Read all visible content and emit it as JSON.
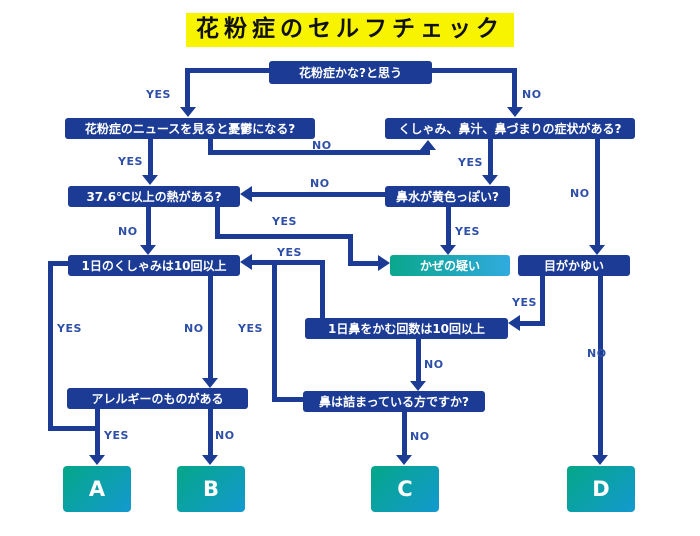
{
  "title": "花粉症のセルフチェック",
  "colors": {
    "navy": "#1b3b94",
    "label_blue": "#2e4fa8",
    "title_bg": "#f8f400",
    "title_fg": "#111111",
    "cold_start": "#0aa78d",
    "cold_end": "#31aade",
    "result_start": "#04a788",
    "result_end": "#1399cf",
    "bg": "#ffffff"
  },
  "nodes": {
    "start": {
      "label": "花粉症かな?と思う"
    },
    "news": {
      "label": "花粉症のニュースを見ると憂鬱になる?"
    },
    "symptoms": {
      "label": "くしゃみ、鼻汁、鼻づまりの症状がある?"
    },
    "fever": {
      "label": "37.6℃以上の熱がある?"
    },
    "yellow_nose": {
      "label": "鼻水が黄色っぽい?"
    },
    "sneeze_count": {
      "label": "1日のくしゃみは10回以上"
    },
    "cold": {
      "label": "かぜの疑い"
    },
    "itchy_eyes": {
      "label": "目がかゆい"
    },
    "blow_count": {
      "label": "1日鼻をかむ回数は10回以上"
    },
    "allergy": {
      "label": "アレルギーのものがある"
    },
    "stuffed": {
      "label": "鼻は詰まっている方ですか?"
    }
  },
  "results": {
    "a": "A",
    "b": "B",
    "c": "C",
    "d": "D"
  },
  "edges": [
    {
      "from": "start",
      "to": "news",
      "label": "YES"
    },
    {
      "from": "start",
      "to": "symptoms",
      "label": "NO"
    },
    {
      "from": "news",
      "to": "fever",
      "label": "YES"
    },
    {
      "from": "news",
      "to": "symptoms",
      "label": "NO"
    },
    {
      "from": "symptoms",
      "to": "yellow_nose",
      "label": "YES"
    },
    {
      "from": "symptoms",
      "to": "itchy_eyes",
      "label": "NO"
    },
    {
      "from": "yellow_nose",
      "to": "fever",
      "label": "NO"
    },
    {
      "from": "yellow_nose",
      "to": "cold",
      "label": "YES"
    },
    {
      "from": "fever",
      "to": "cold",
      "label": "YES"
    },
    {
      "from": "fever",
      "to": "sneeze_count",
      "label": "NO"
    },
    {
      "from": "sneeze_count",
      "to": "result_a",
      "label": "YES"
    },
    {
      "from": "sneeze_count",
      "to": "allergy",
      "label": "NO"
    },
    {
      "from": "allergy",
      "to": "result_a",
      "label": "YES"
    },
    {
      "from": "allergy",
      "to": "result_b",
      "label": "NO"
    },
    {
      "from": "itchy_eyes",
      "to": "blow_count",
      "label": "YES"
    },
    {
      "from": "itchy_eyes",
      "to": "result_d",
      "label": "NO"
    },
    {
      "from": "blow_count",
      "to": "sneeze_count",
      "label": "YES"
    },
    {
      "from": "blow_count",
      "to": "stuffed",
      "label": "NO"
    },
    {
      "from": "stuffed",
      "to": "sneeze_count",
      "label": "YES"
    },
    {
      "from": "stuffed",
      "to": "result_c",
      "label": "NO"
    }
  ]
}
